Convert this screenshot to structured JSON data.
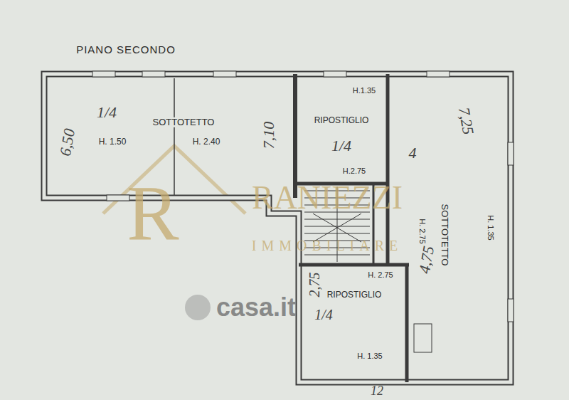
{
  "diagram": {
    "title": "PIANO SECONDO",
    "nodes": [
      {
        "text": [
          "SOTTOTETTO",
          "H. 1.50",
          "H. 2.40"
        ]
      },
      {
        "text": [
          "RIPOSTIGLIO",
          "H.1.35",
          "H.2.75"
        ]
      },
      {
        "text": [
          "SOTTOTETTO",
          "H. 2.75",
          "H. 1.35"
        ]
      },
      {
        "text": [
          "RIPOSTIGLIO",
          "H. 2.75",
          "H. 1.35"
        ]
      }
    ],
    "labels": [
      "1/4",
      "6,50",
      "7,10",
      "1/4",
      "4",
      "7,25",
      "4,75",
      "2,75",
      "1/4",
      "12",
      "R",
      "RANIEZZI",
      "IMMOBILIARE",
      "casa.it"
    ]
  }
}
